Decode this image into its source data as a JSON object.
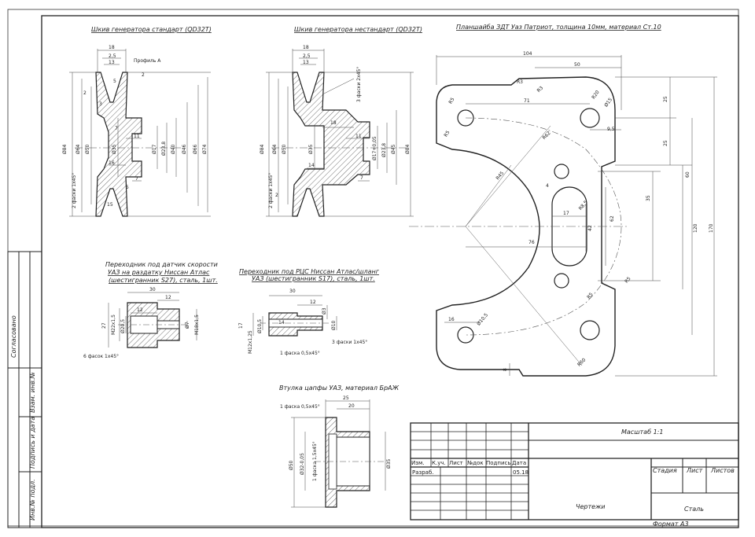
{
  "titles": {
    "pulley_std": "Шкив генератора стандарт (QD32T)",
    "pulley_nonstd": "Шкив генератора нестандарт (QD32T)",
    "faceplate": "Планшайба ЗДТ Уаз Патриот, толщина 10мм, материал Ст.10",
    "adapter_speed_1": "Переходник под датчик скорости",
    "adapter_speed_2": "УАЗ на раздатку Ниссан Атлас",
    "adapter_speed_3": "(шестигранник S27), сталь, 1шт.",
    "adapter_rds_1": "Переходник под РЦС Ниссан Атлас/шланг",
    "adapter_rds_2": "УАЗ (шестигранник S17), сталь, 1шт.",
    "bushing": "Втулка цапфы УАЗ, материал БрАЖ"
  },
  "pulley_std": {
    "d18": "18",
    "d25": "2,5",
    "d13": "13",
    "profile": "Профиль А",
    "d2a": "2",
    "d5": "5",
    "d2b": "2",
    "d3": "3",
    "d7a": "7",
    "d11": "11",
    "d16": "16",
    "d7b": "7",
    "d5b": "5",
    "d15": "15",
    "d84": "Ø84",
    "d64": "Ø64",
    "d50": "Ø50",
    "d35": "Ø35",
    "d17": "Ø17",
    "d238": "Ø23,8",
    "d40": "Ø40",
    "d46": "Ø46",
    "d66": "Ø66",
    "d74": "Ø74",
    "chamfer": "2 фаски 1х45°"
  },
  "pulley_nonstd": {
    "d18": "18",
    "d25": "2,5",
    "d13": "13",
    "chamfer3": "3 фаски 2х45°",
    "d18b": "18",
    "d11": "11",
    "d14": "14",
    "d7": "7",
    "d2": "2",
    "d84": "Ø84",
    "d64": "Ø64",
    "d50": "Ø50",
    "d35": "Ø35",
    "d17": "Ø17+0,05",
    "d238": "Ø23,8",
    "d45": "Ø45",
    "d84b": "Ø84",
    "chamfer2": "2 фаски 1х45°"
  },
  "faceplate": {
    "d104": "104",
    "d50": "50",
    "r3a": "R3",
    "r3b": "R3",
    "r5a": "R5",
    "r20": "R20",
    "d71": "71",
    "d15": "Ø15",
    "d95": "9,5",
    "d25a": "25",
    "d25b": "25",
    "r62": "R62",
    "r5b": "R5",
    "r45": "R45",
    "d4": "4",
    "r85": "R8,5",
    "d17": "17",
    "d60": "60",
    "d35": "35",
    "d62": "62",
    "d42": "42",
    "d76": "76",
    "d120": "120",
    "d170": "170",
    "r5c": "R5",
    "r5d": "R5",
    "d16": "16",
    "d105": "Ø10,5",
    "r60": "R60",
    "d8": "8"
  },
  "adapter_speed": {
    "d30": "30",
    "d12a": "12",
    "d12b": "12",
    "d27": "27",
    "m22": "M22х1,5",
    "d205": "Ø20,5",
    "d7": "Ø7",
    "m18": "M18х1,5",
    "chamfer": "6 фасок 1х45°"
  },
  "adapter_rds": {
    "d30": "30",
    "d12": "12",
    "d14": "14",
    "d17": "17",
    "m12": "M12х1,25",
    "d105": "Ø10,5",
    "d10": "Ø10",
    "d3": "Ø3",
    "chamfer1": "1 фаска 0,5х45°",
    "chamfer3": "3 фаски 1х45°"
  },
  "bushing": {
    "chamfer1": "1 фаска 0,5х45°",
    "d25": "25",
    "d20": "20",
    "d50": "Ø50",
    "d32": "Ø32-0,05",
    "chamfer2": "1 фаска 1,5х45°",
    "d35": "Ø35"
  },
  "side_stamp": {
    "soglasovano": "Согласовано",
    "vzam": "Взам. инв.№",
    "podpis": "Подпись и дата",
    "inv": "Инв.№ подл."
  },
  "title_block": {
    "scale": "Масштаб 1:1",
    "h_izm": "Изм.",
    "h_kuch": "К.уч.",
    "h_list": "Лист",
    "h_ndok": "№док",
    "h_podpis": "Подпись",
    "h_data": "Дата",
    "razrab": "Разраб.",
    "date": "05.18",
    "stadia": "Стадия",
    "list": "Лист",
    "listov": "Листов",
    "name": "Чертежи",
    "material": "Сталь",
    "format": "Формат А3"
  }
}
